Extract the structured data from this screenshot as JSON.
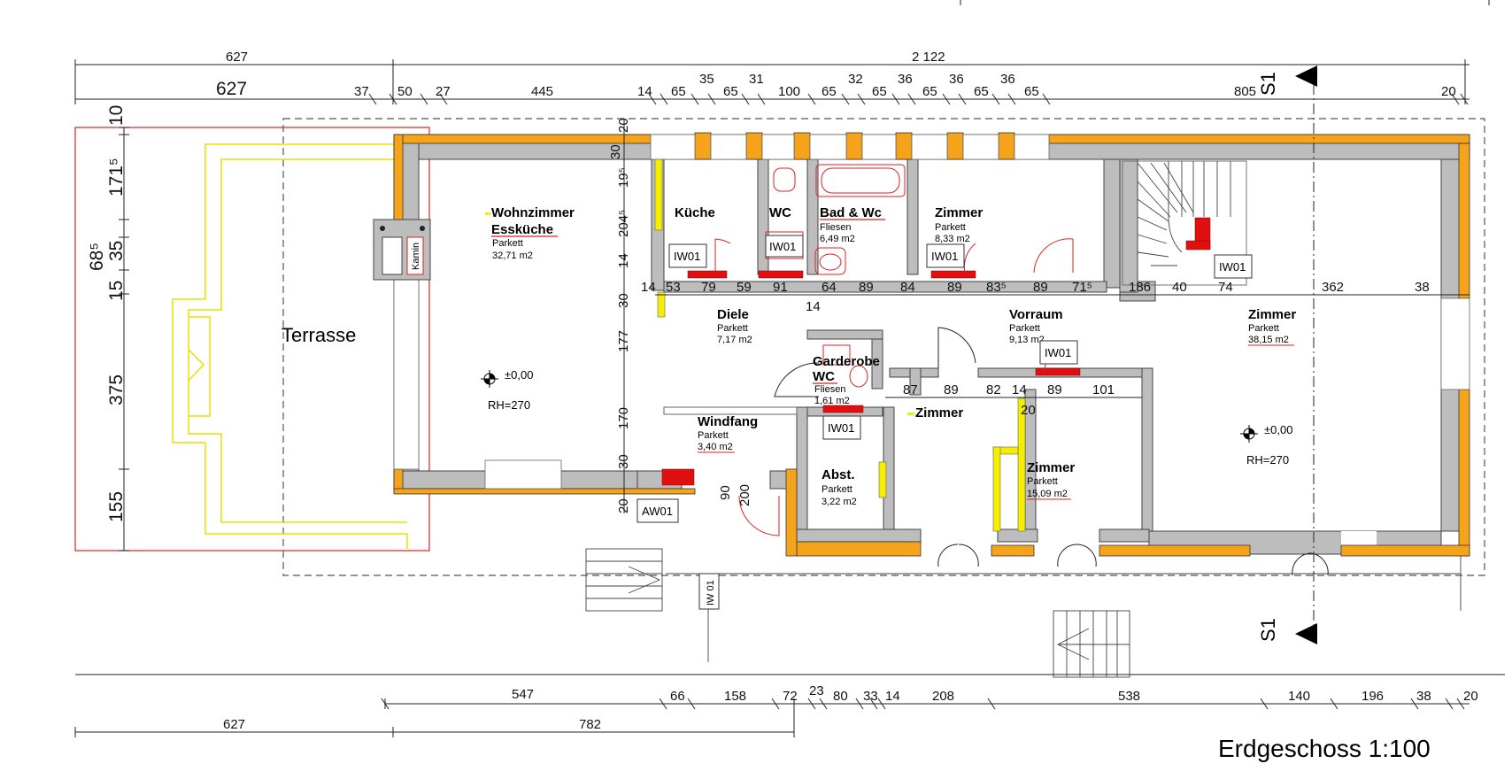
{
  "title": "Erdgeschoss 1:100",
  "terrace_label": "Terrasse",
  "kamin_label": "Kamin",
  "section_marks": [
    "S1",
    "S1"
  ],
  "level_left": "±0,00",
  "level_right": "±0,00",
  "rh_left": "RH=270",
  "rh_right": "RH=270",
  "rooms": [
    {
      "name": "Wohnzimmer",
      "name2": "Essküche",
      "floor": "Parkett",
      "area": "32,71 m2"
    },
    {
      "name": "Küche"
    },
    {
      "name": "WC"
    },
    {
      "name": "Bad & Wc",
      "floor": "Fliesen",
      "area": "6,49 m2"
    },
    {
      "name": "Zimmer",
      "floor": "Parkett",
      "area": "8,33 m2"
    },
    {
      "name": "Zimmer",
      "floor": "Parkett",
      "area": "38,15 m2"
    },
    {
      "name": "Diele",
      "floor": "Parkett",
      "area": "7,17 m2"
    },
    {
      "name": "Vorraum",
      "floor": "Parkett",
      "area": "9,13 m2"
    },
    {
      "name": "Garderobe",
      "name2": "WC",
      "floor": "Fliesen",
      "area": "1,61 m2"
    },
    {
      "name": "Windfang",
      "floor": "Parkett",
      "area": "3,40 m2"
    },
    {
      "name": "Zimmer"
    },
    {
      "name": "Abst.",
      "floor": "Parkett",
      "area": "3,22 m2"
    },
    {
      "name": "Zimmer",
      "floor": "Parkett",
      "area": "15,09 m2"
    }
  ],
  "wall_tags": [
    "IW01",
    "IW01",
    "IW01",
    "IW01",
    "IW01",
    "IW01",
    "AW01",
    "IW 01"
  ],
  "dims": {
    "top_overall": [
      "627",
      "2 122"
    ],
    "top_row2": [
      "627",
      "37",
      "50",
      "27",
      "445",
      "14",
      "65",
      "35",
      "65",
      "31",
      "100",
      "65",
      "32",
      "65",
      "36",
      "65",
      "36",
      "65",
      "36",
      "65",
      "805",
      "20"
    ],
    "left_vertical": [
      "10",
      "171⁵",
      "68⁵",
      "35",
      "15",
      "375",
      "155"
    ],
    "inner_vertical": [
      "20",
      "30",
      "19⁵",
      "204⁵",
      "14",
      "30",
      "177",
      "170",
      "30",
      "20"
    ],
    "mid_row1": [
      "14",
      "53",
      "79",
      "59",
      "91",
      "64",
      "89",
      "84",
      "89",
      "83⁵",
      "89",
      "71⁵",
      "186",
      "40",
      "74",
      "362",
      "38"
    ],
    "mid_row1_extra": "14",
    "mid_row2": [
      "87",
      "89",
      "82",
      "14",
      "89",
      "101",
      "20"
    ],
    "door_dims": [
      "90",
      "200"
    ],
    "bottom_row1": [
      "547",
      "66",
      "158",
      "72",
      "23",
      "80",
      "33",
      "14",
      "208",
      "538",
      "140",
      "196",
      "38",
      "20"
    ],
    "bottom_row2": [
      "627",
      "782"
    ]
  }
}
